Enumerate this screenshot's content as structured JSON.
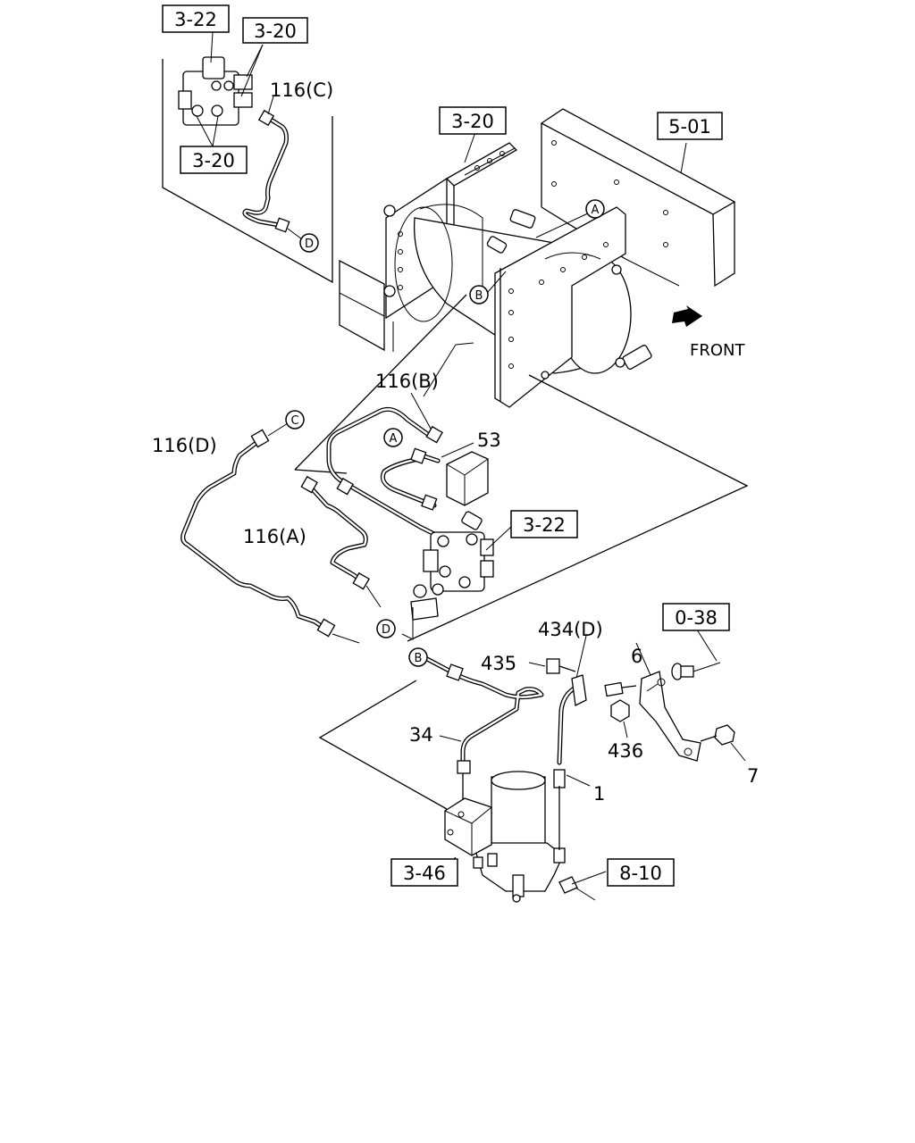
{
  "ref_boxes": [
    {
      "id": "3-22a",
      "text": "3-22"
    },
    {
      "id": "3-20a",
      "text": "3-20"
    },
    {
      "id": "3-20b",
      "text": "3-20"
    },
    {
      "id": "3-20c",
      "text": "3-20"
    },
    {
      "id": "5-01",
      "text": "5-01"
    },
    {
      "id": "3-22b",
      "text": "3-22"
    },
    {
      "id": "0-38",
      "text": "0-38"
    },
    {
      "id": "3-46",
      "text": "3-46"
    },
    {
      "id": "8-10",
      "text": "8-10"
    }
  ],
  "part_labels": {
    "p116c": "116(C)",
    "p116b": "116(B)",
    "p116d": "116(D)",
    "p116a": "116(A)",
    "p53": "53",
    "p434d": "434(D)",
    "p6": "6",
    "p435": "435",
    "p436": "436",
    "p7": "7",
    "p34": "34",
    "p1": "1"
  },
  "connector_markers": {
    "A1": "A",
    "A2": "A",
    "B1": "B",
    "B2": "B",
    "C1": "C",
    "D1": "D",
    "D2": "D"
  },
  "direction_label": "FRONT"
}
